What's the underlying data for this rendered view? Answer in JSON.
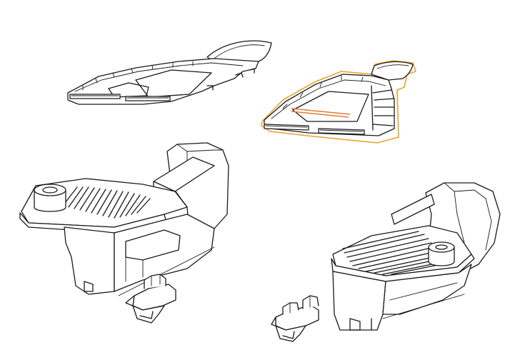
{
  "colors": {
    "line": "#1a1a1a",
    "background": "#ffffff",
    "highlight_outline": "#e8a528",
    "highlight_edge": "#e07a3a"
  },
  "parts": [
    {
      "id": "cover-plate",
      "state": "normal"
    },
    {
      "id": "cover-plate",
      "state": "selected"
    },
    {
      "id": "housing",
      "view": "left-facing"
    },
    {
      "id": "housing",
      "view": "right-facing"
    },
    {
      "id": "clip",
      "count": 2
    }
  ]
}
